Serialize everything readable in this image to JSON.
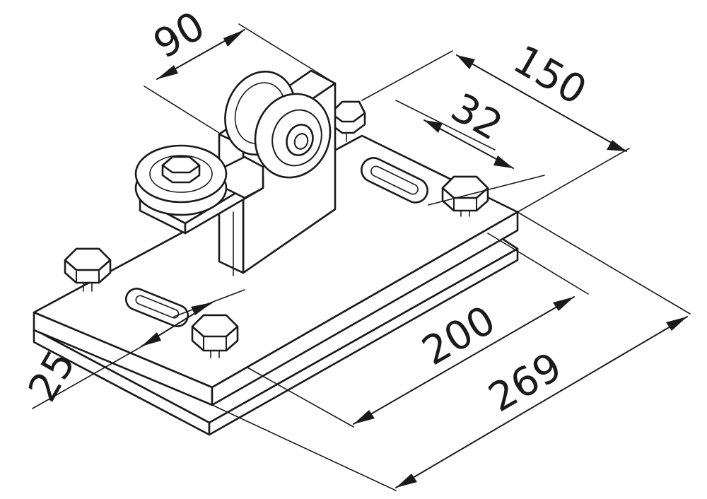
{
  "dimensions": {
    "d90": "90",
    "d150": "150",
    "d32": "32",
    "d200": "200",
    "d269": "269",
    "d25": "25"
  }
}
